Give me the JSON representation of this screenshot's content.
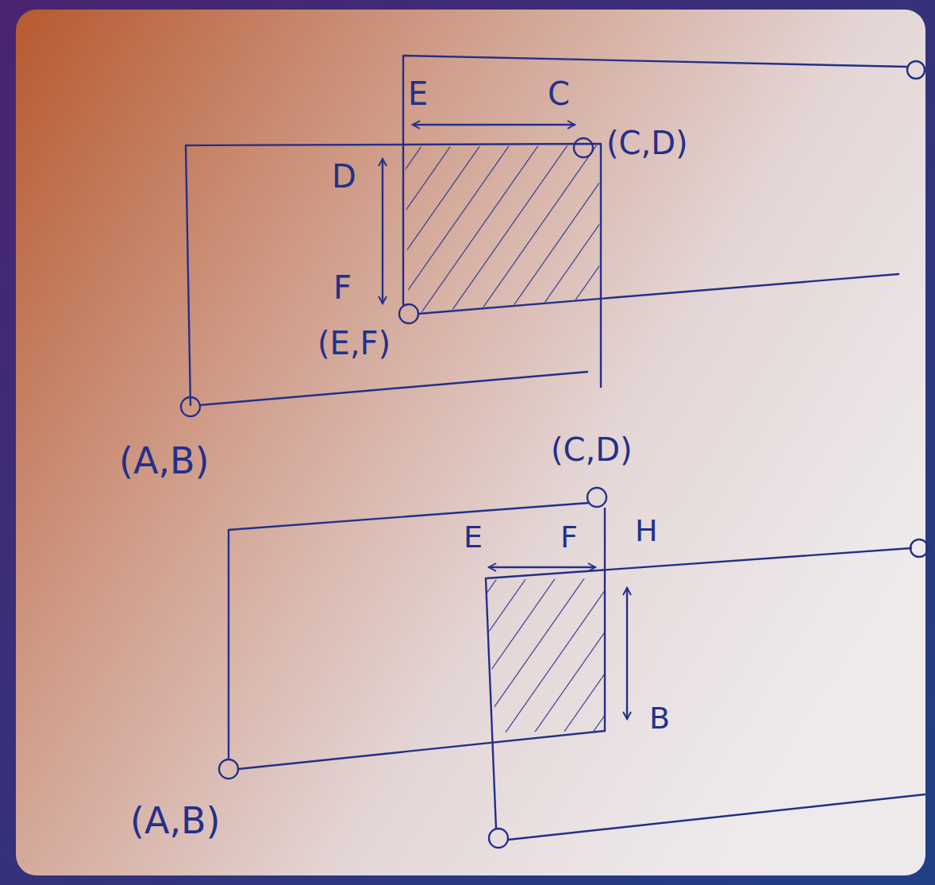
{
  "diagram": {
    "labels": [
      "E",
      "C",
      "(C,D)",
      "D",
      "F",
      "(E,F)",
      "(A,B)",
      "(C,D)",
      "E",
      "F",
      "H",
      "B",
      "(A,B)"
    ]
  }
}
